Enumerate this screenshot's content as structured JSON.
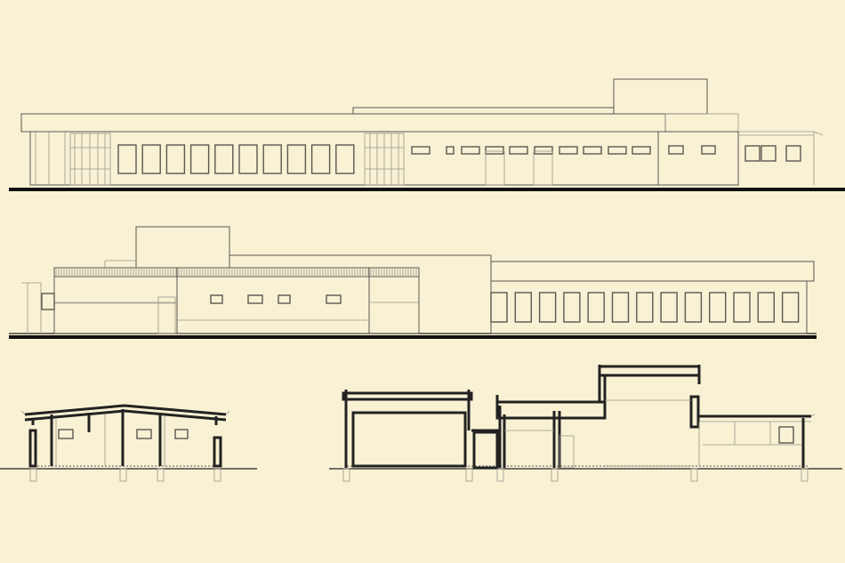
{
  "drawing": {
    "views": [
      {
        "id": "elevation-1",
        "kind": "elevation"
      },
      {
        "id": "elevation-2",
        "kind": "elevation"
      },
      {
        "id": "section-1",
        "kind": "section"
      },
      {
        "id": "section-2",
        "kind": "section"
      }
    ],
    "colors": {
      "paper": "#f8f1d4",
      "line": "#5a5850",
      "fine_line": "#9a968a",
      "ground": "#111111"
    }
  }
}
